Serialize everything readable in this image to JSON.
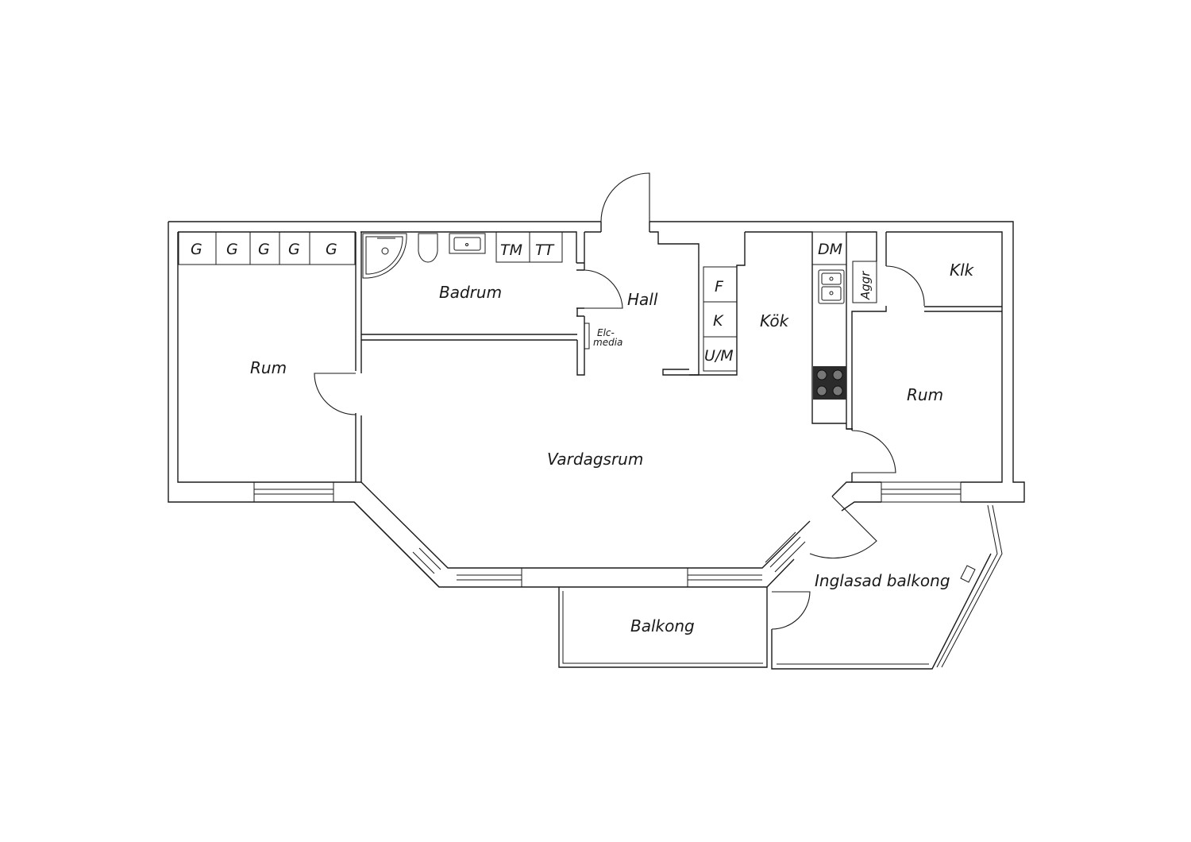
{
  "colors": {
    "line": "#1a1a1a",
    "background": "#ffffff",
    "stove": "#2b2b2b"
  },
  "rooms": {
    "rum_left": "Rum",
    "badrum": "Badrum",
    "hall": "Hall",
    "kok": "Kök",
    "klk": "Klk",
    "rum_right": "Rum",
    "vardagsrum": "Vardagsrum",
    "balkong": "Balkong",
    "inglasad_balkong": "Inglasad balkong"
  },
  "fixtures": {
    "wardrobes": [
      "G",
      "G",
      "G",
      "G",
      "G"
    ],
    "tm": "TM",
    "tt": "TT",
    "dm": "DM",
    "f": "F",
    "k": "K",
    "um": "U/M",
    "aggr": "Aggr",
    "elc_line1": "Elc-",
    "elc_line2": "media"
  }
}
